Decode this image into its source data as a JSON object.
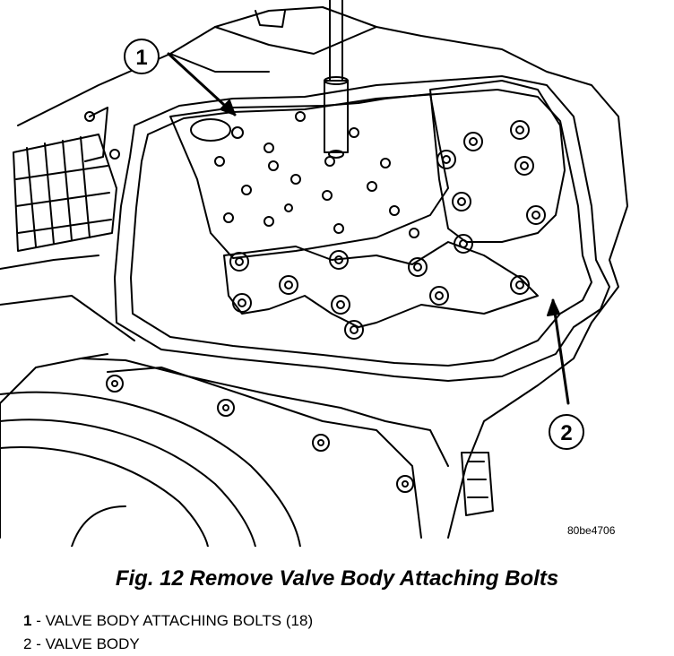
{
  "figure": {
    "callouts": [
      {
        "number": "1"
      },
      {
        "number": "2"
      }
    ],
    "figure_id": "80be4706",
    "icon": "valve-body-illustration"
  },
  "caption": {
    "text": "Fig. 12 Remove Valve Body Attaching Bolts"
  },
  "legend": [
    {
      "number": "1",
      "separator": " - ",
      "text": "VALVE BODY ATTACHING BOLTS (18)"
    },
    {
      "number": "2",
      "separator": " - ",
      "text": "VALVE BODY"
    }
  ]
}
